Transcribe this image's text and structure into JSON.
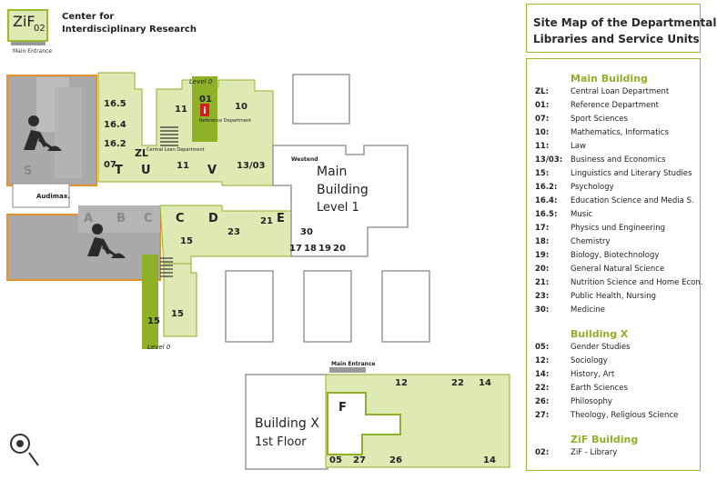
{
  "header": {
    "zif_logo": "ZiF",
    "zif_number": "02",
    "zif_caption": "Main Entrance",
    "center_line1": "Center for",
    "center_line2": "Interdisciplinary Research"
  },
  "legend": {
    "title_line1": "Site Map of the Departmental",
    "title_line2": "Libraries and Service Units",
    "groups": [
      {
        "title": "Main Building",
        "items": [
          {
            "code": "ZL:",
            "name": "Central Loan Department"
          },
          {
            "code": "01:",
            "name": "Reference Department"
          },
          {
            "code": "07:",
            "name": "Sport Sciences"
          },
          {
            "code": "10:",
            "name": "Mathematics, Informatics"
          },
          {
            "code": "11:",
            "name": "Law"
          },
          {
            "code": "13/03:",
            "name": "Business and Economics"
          },
          {
            "code": "15:",
            "name": "Linguistics and Literary Studies"
          },
          {
            "code": "16.2:",
            "name": "Psychology"
          },
          {
            "code": "16.4:",
            "name": "Education Science and Media S."
          },
          {
            "code": "16.5:",
            "name": "Music"
          },
          {
            "code": "17:",
            "name": "Physics und Engineering"
          },
          {
            "code": "18:",
            "name": "Chemistry"
          },
          {
            "code": "19:",
            "name": "Biology, Biotechnology"
          },
          {
            "code": "20:",
            "name": "General Natural Science"
          },
          {
            "code": "21:",
            "name": "Nutrition Science and Home Econ."
          },
          {
            "code": "23:",
            "name": "Public Health, Nursing"
          },
          {
            "code": "30:",
            "name": "Medicine"
          }
        ]
      },
      {
        "title": "Building X",
        "items": [
          {
            "code": "05:",
            "name": "Gender Studies"
          },
          {
            "code": "12:",
            "name": "Sociology"
          },
          {
            "code": "14:",
            "name": "History, Art"
          },
          {
            "code": "22:",
            "name": "Earth Sciences"
          },
          {
            "code": "26:",
            "name": "Philosophy"
          },
          {
            "code": "27:",
            "name": "Theology, Religious Science"
          }
        ]
      },
      {
        "title": "ZiF Building",
        "items": [
          {
            "code": "02:",
            "name": "ZiF - Library"
          }
        ]
      }
    ]
  },
  "map": {
    "main_building_line1": "Main",
    "main_building_line2": "Building",
    "main_building_line3": "Level 1",
    "building_x_line1": "Building X",
    "building_x_line2": "1st Floor",
    "westend": "Westend",
    "audimax": "Audimax.",
    "main_entrance": "Main Entrance",
    "level0_top": "Level 0",
    "level0_bottom": "Level 0",
    "central_loan_label": "Central Loan Department",
    "reference_label": "Reference Department",
    "letters": {
      "T": "T",
      "U": "U",
      "V": "V",
      "C": "C",
      "D": "D",
      "E": "E",
      "S": "S",
      "A": "A",
      "B": "B",
      "C2": "C",
      "F": "F",
      "ZL": "ZL"
    },
    "numbers": {
      "n16_5": "16.5",
      "n16_4": "16.4",
      "n16_2": "16.2",
      "n07": "07",
      "n11a": "11",
      "n01": "01",
      "n10": "10",
      "n11b": "11",
      "n13_03": "13/03",
      "n21": "21",
      "n23": "23",
      "n30": "30",
      "n15a": "15",
      "n17": "17",
      "n18": "18",
      "n19": "19",
      "n20": "20",
      "n15b": "15",
      "n15c": "15",
      "x12": "12",
      "x22": "22",
      "x14a": "14",
      "x05": "05",
      "x27": "27",
      "x26": "26",
      "x14b": "14"
    },
    "colors": {
      "green_fill": "#dfe9b4",
      "green_dark": "#8fb128",
      "orange": "#e8902a",
      "gray": "#a9a9a9",
      "red": "#d21f1f"
    }
  }
}
